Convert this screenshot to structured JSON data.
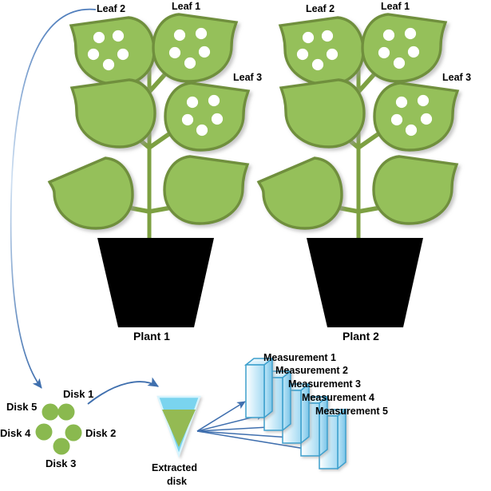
{
  "figure": {
    "title_absent": true,
    "colors": {
      "leaf_fill": "#95c05a",
      "leaf_stroke": "#6f8f3e",
      "stem": "#7da042",
      "disk_fill": "#8ab94f",
      "pot_fill": "#000000",
      "arrow_blue": "#3f6fae",
      "cuvette_light": "#ffffff",
      "cuvette_blue": "#a9ddf4",
      "cuvette_stroke": "#3da0cd",
      "funnel_cyan": "#7ad4ef",
      "funnel_green": "#94ba52",
      "text": "#000000"
    }
  },
  "plants": [
    {
      "name": "plant-1",
      "label": "Plant 1",
      "leaf_labels": [
        "Leaf 1",
        "Leaf 2",
        "Leaf 3"
      ]
    },
    {
      "name": "plant-2",
      "label": "Plant 2",
      "leaf_labels": [
        "Leaf 1",
        "Leaf 2",
        "Leaf 3"
      ]
    }
  ],
  "disks": {
    "labels": [
      "Disk 1",
      "Disk 2",
      "Disk 3",
      "Disk 4",
      "Disk 5"
    ],
    "count": 5
  },
  "extracted": {
    "label_line1": "Extracted",
    "label_line2": "disk"
  },
  "measurements": {
    "labels": [
      "Measurement 1",
      "Measurement 2",
      "Measurement 3",
      "Measurement 4",
      "Measurement 5"
    ],
    "count": 5
  }
}
